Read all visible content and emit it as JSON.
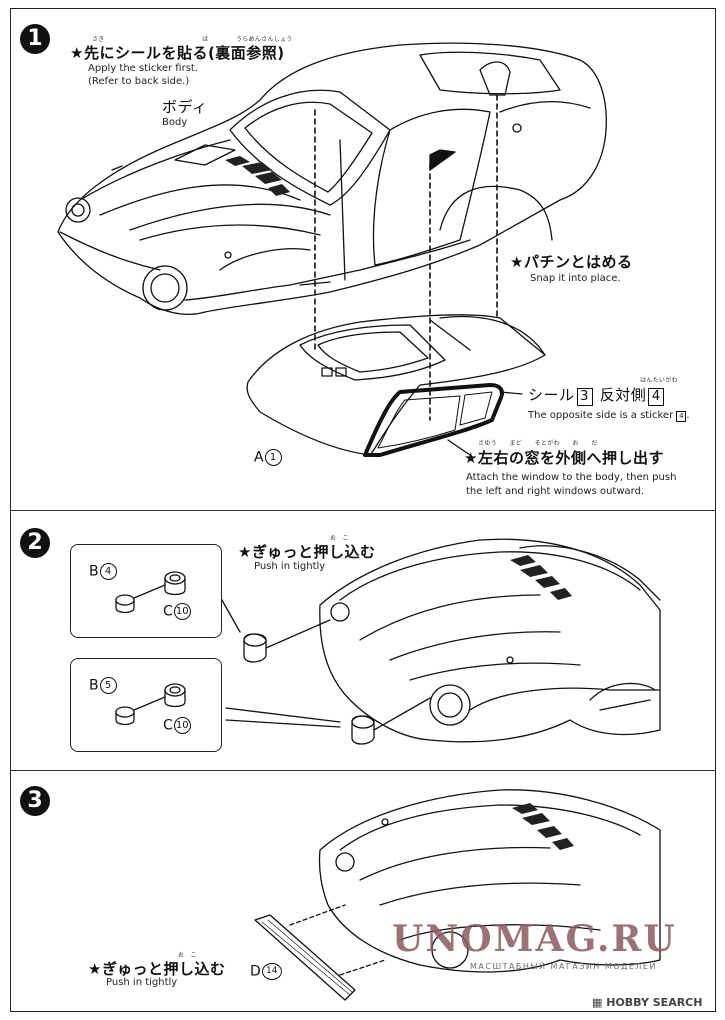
{
  "steps": [
    {
      "number": "1"
    },
    {
      "number": "2"
    },
    {
      "number": "3"
    }
  ],
  "step1": {
    "sticker_jp": "★先にシールを貼る(裏面参照)",
    "sticker_ruby1": "さき",
    "sticker_ruby2": "は",
    "sticker_ruby3": "うらめんさんしょう",
    "sticker_en1": "Apply the sticker first.",
    "sticker_en2": "(Refer to back side.)",
    "body_jp": "ボディ",
    "body_en": "Body",
    "snap_jp": "★パチンとはめる",
    "snap_en": "Snap it into place.",
    "seal_jp": "シール",
    "seal_num": "3",
    "opposite_jp": "反対側",
    "opposite_ruby": "はんたいがわ",
    "opposite_num": "4",
    "opposite_en": "The opposite side is a sticker",
    "opposite_en_num": "4",
    "part_letter": "A",
    "part_num": "1",
    "window_jp": "★左右の窓を外側へ押し出す",
    "window_ruby": "さゆう　　まど　　そとがわ　　お　　だ",
    "window_en1": "Attach the window to the body, then push",
    "window_en2": "the left and right windows outward."
  },
  "step2": {
    "push_jp": "★ぎゅっと押し込む",
    "push_ruby": "お　こ",
    "push_en": "Push in tightly",
    "inset1_b": "B",
    "inset1_b_num": "4",
    "inset1_c": "C",
    "inset1_c_num": "10",
    "inset2_b": "B",
    "inset2_b_num": "5",
    "inset2_c": "C",
    "inset2_c_num": "10"
  },
  "step3": {
    "push_jp": "★ぎゅっと押し込む",
    "push_ruby": "お　こ",
    "push_en": "Push in tightly",
    "part_letter": "D",
    "part_num": "14"
  },
  "watermark": {
    "brand": "UNOMAG.RU",
    "tagline": "МАСШТАБНЫЙ МАГАЗИН МОДЕЛЕЙ",
    "source": "HOBBY SEARCH"
  },
  "colors": {
    "ink": "#111111",
    "watermark": "#8a5a5f"
  }
}
